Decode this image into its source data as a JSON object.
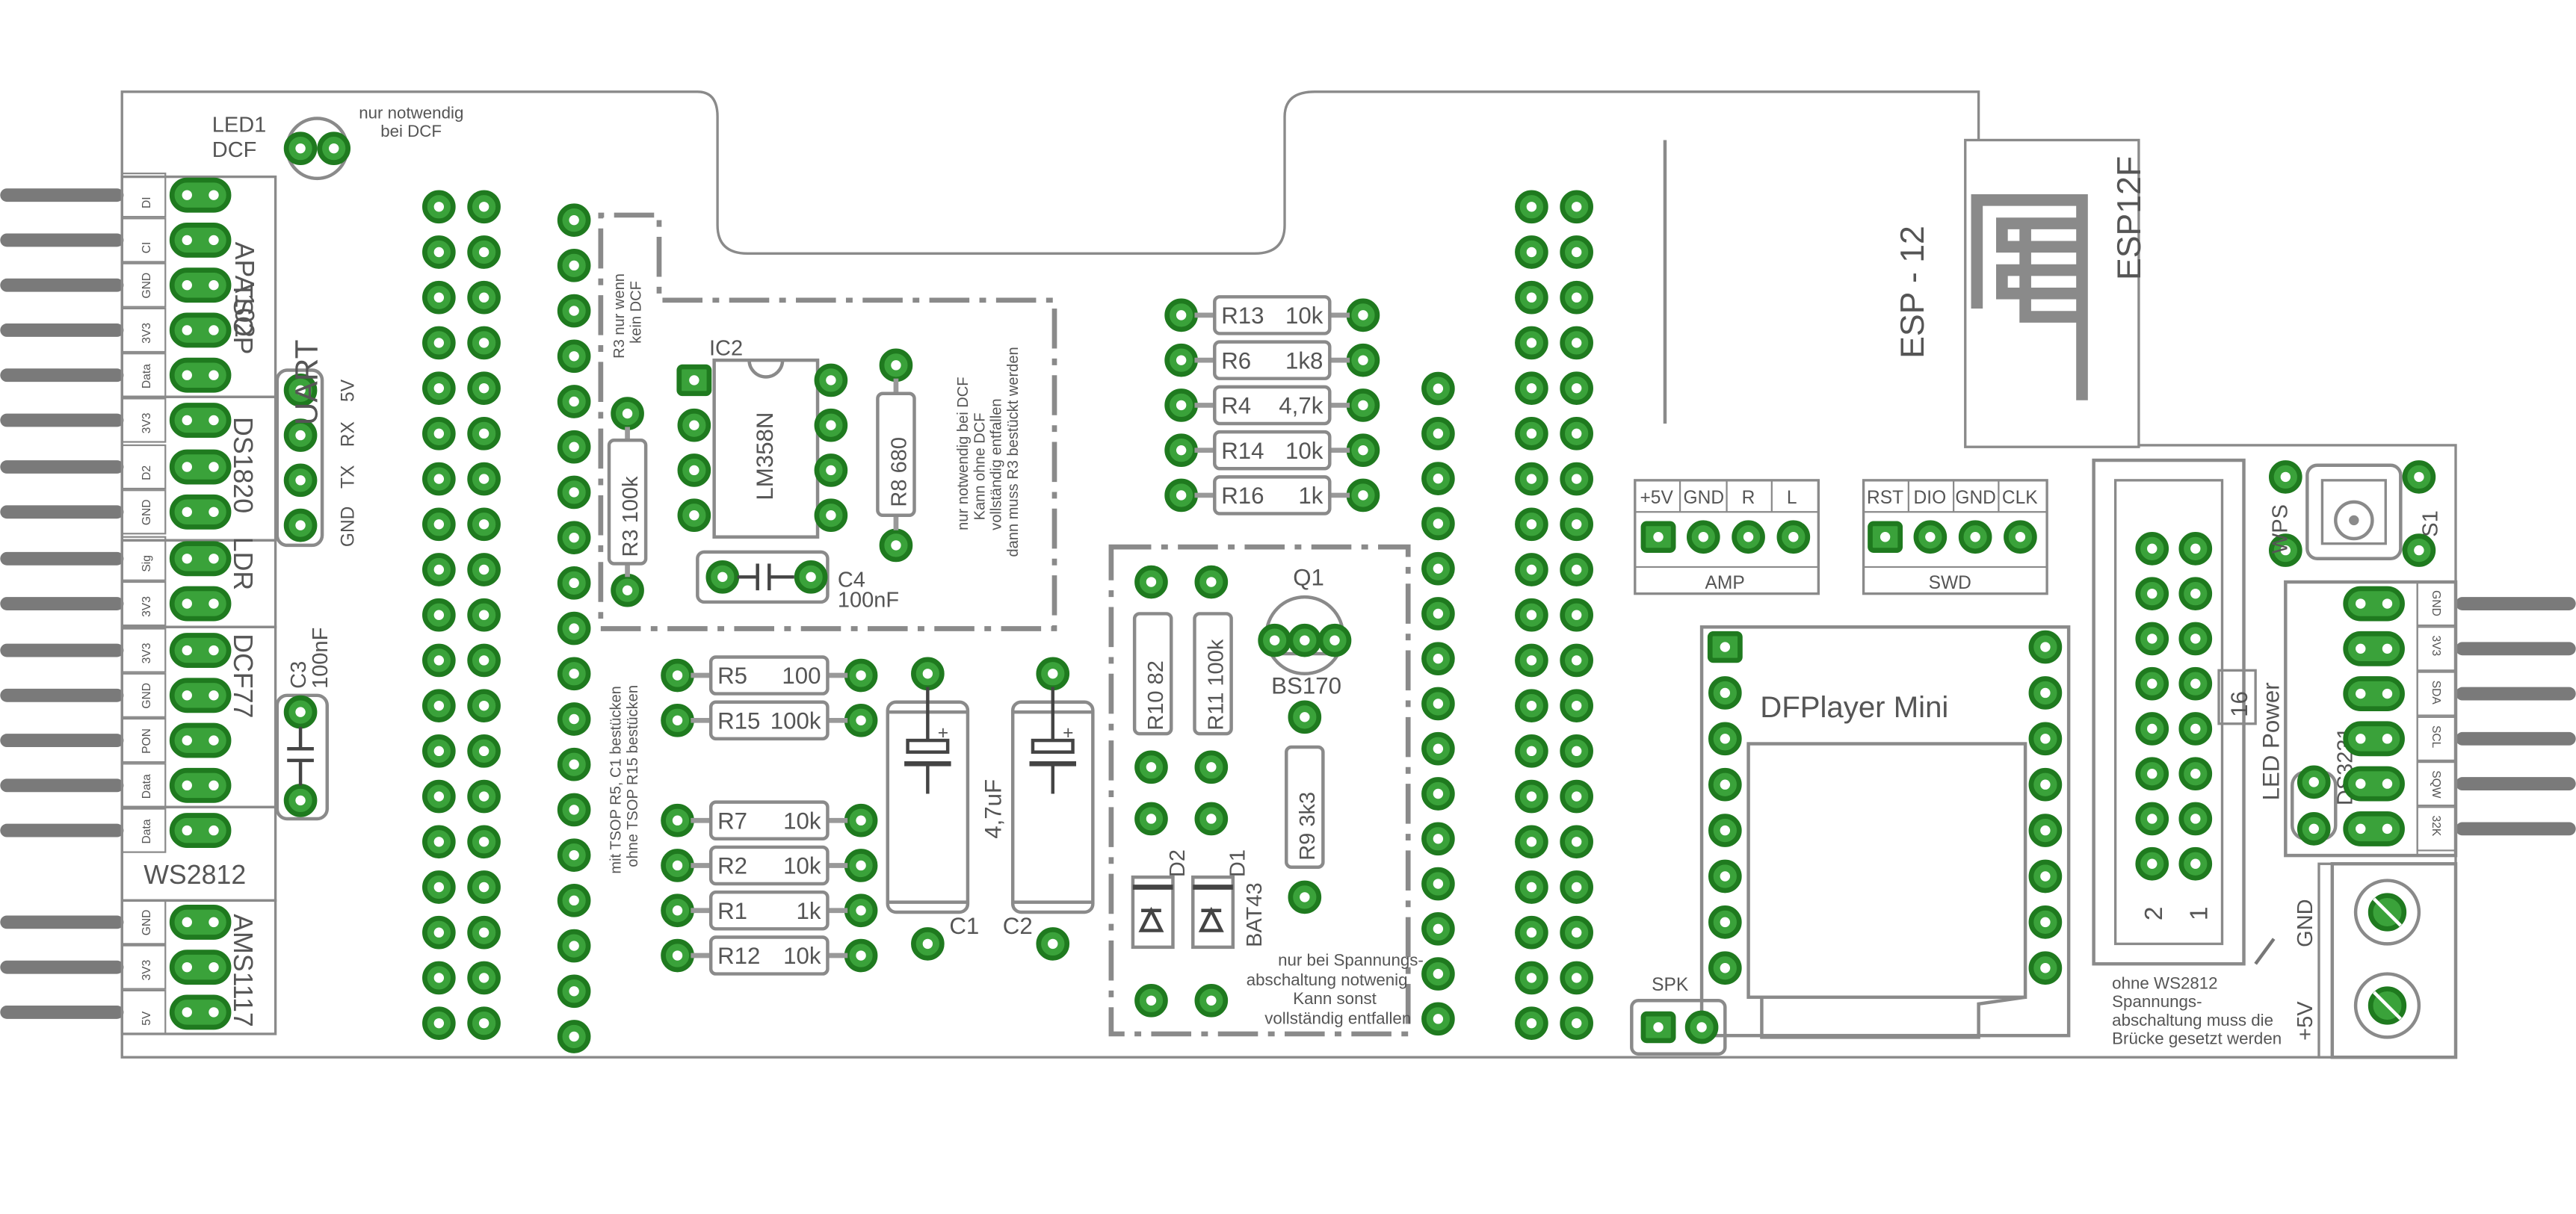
{
  "colors": {
    "pad": "#3aa23a",
    "pad_stroke": "#1f7a1f",
    "silk": "#8a8a8a",
    "text": "#555555",
    "pin": "#7a7a7a"
  },
  "led1": {
    "name": "LED1",
    "type": "DCF",
    "note1": "nur notwendig",
    "note2": "bei DCF"
  },
  "left_headers": [
    {
      "name": "APA102",
      "pins": [
        "DI",
        "CI"
      ]
    },
    {
      "name": "TSOP",
      "pins": [
        "GND",
        "3V3",
        "Data"
      ]
    },
    {
      "name": "DS1820",
      "pins": [
        "3V3",
        "D2",
        "GND"
      ]
    },
    {
      "name": "LDR",
      "pins": [
        "Sig",
        "3V3"
      ]
    },
    {
      "name": "DCF77",
      "pins": [
        "3V3",
        "GND",
        "PON",
        "Data"
      ]
    },
    {
      "name": "WS2812",
      "pins": [
        "Data"
      ]
    },
    {
      "name": "AMS1117",
      "pins": [
        "GND",
        "3V3",
        "5V"
      ]
    }
  ],
  "uart": {
    "name": "UART",
    "pins": [
      "5V",
      "RX",
      "TX",
      "GND"
    ]
  },
  "c3": {
    "name": "C3",
    "value": "100nF"
  },
  "r3_note": {
    "line1": "R3 nur wenn",
    "line2": "kein DCF"
  },
  "ic2": {
    "name": "IC2",
    "part": "LM358N"
  },
  "c4": {
    "name": "C4",
    "value": "100nF"
  },
  "r3": {
    "name": "R3",
    "value": "100k"
  },
  "r8": {
    "name": "R8",
    "value": "680"
  },
  "dcf_note": {
    "line1": "nur notwendig bei DCF",
    "line2": "Kann ohne DCF",
    "line3": "vollständig entfallen",
    "line4": "dann muss R3 bestückt werden"
  },
  "tsop_note": {
    "line1": "mit TSOP R5, C1 bestücken",
    "line2": "ohne TSOP R15 bestücken"
  },
  "resistors_top": [
    {
      "name": "R13",
      "value": "10k"
    },
    {
      "name": "R6",
      "value": "1k8"
    },
    {
      "name": "R4",
      "value": "4,7k"
    },
    {
      "name": "R14",
      "value": "10k"
    },
    {
      "name": "R16",
      "value": "1k"
    }
  ],
  "resistors_mid": [
    {
      "name": "R5",
      "value": "100"
    },
    {
      "name": "R15",
      "value": "100k"
    }
  ],
  "resistors_low": [
    {
      "name": "R7",
      "value": "10k"
    },
    {
      "name": "R2",
      "value": "10k"
    },
    {
      "name": "R1",
      "value": "1k"
    },
    {
      "name": "R12",
      "value": "10k"
    }
  ],
  "caps": {
    "c1": "C1",
    "c2": "C2",
    "value": "4,7uF"
  },
  "power_block": {
    "r10": {
      "name": "R10",
      "value": "82"
    },
    "r11": {
      "name": "R11",
      "value": "100k"
    },
    "r9": {
      "name": "R9",
      "value": "3k3"
    },
    "q1": {
      "name": "Q1",
      "part": "BS170"
    },
    "d1": "D1",
    "d2": "D2",
    "diode_part": "BAT43",
    "note1": "nur bei Spannungs-",
    "note2": "abschaltung notwenig",
    "note3": "Kann sonst",
    "note4": "vollständig entfallen"
  },
  "esp": {
    "module": "ESP - 12",
    "variant": "ESP12F"
  },
  "amp": {
    "name": "AMP",
    "pins": [
      "+5V",
      "GND",
      "R",
      "L"
    ]
  },
  "swd": {
    "name": "SWD",
    "pins": [
      "RST",
      "DIO",
      "GND",
      "CLK"
    ]
  },
  "wps": {
    "name": "WPS",
    "switch": "S1"
  },
  "dfplayer": {
    "name": "DFPlayer Mini"
  },
  "spk": "SPK",
  "led_power": {
    "name": "LED Power",
    "pin16": "16",
    "pin2": "2",
    "pin1": "1"
  },
  "ds3231": {
    "name": "DS3231",
    "pins": [
      "GND",
      "3V3",
      "SDA",
      "SCL",
      "SQW",
      "32K"
    ]
  },
  "ws_note": {
    "line1": "ohne WS2812",
    "line2": "Spannungs-",
    "line3": "abschaltung muss die",
    "line4": "Brücke gesetzt werden"
  },
  "terminal": {
    "gnd": "GND",
    "plus": "+5V"
  }
}
